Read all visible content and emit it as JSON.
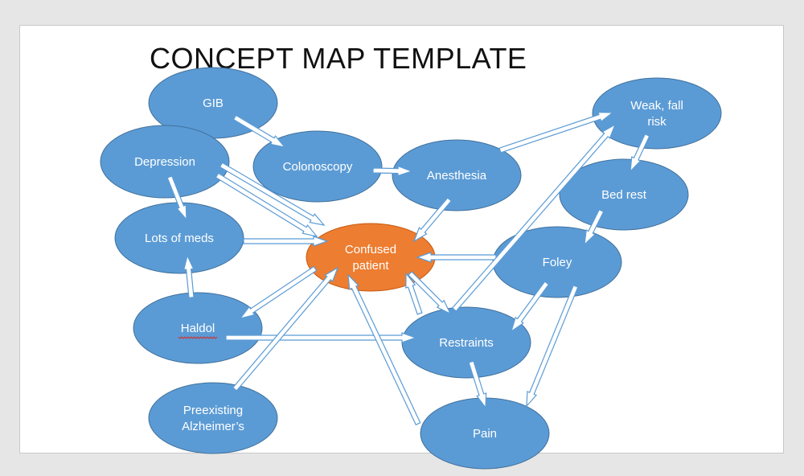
{
  "title": "CONCEPT MAP TEMPLATE",
  "colors": {
    "node": "#5b9bd5",
    "center": "#ed7d31",
    "node_border": "#41719c",
    "center_border": "#c55a11"
  },
  "nodes": {
    "gib": {
      "label": [
        "GIB"
      ]
    },
    "depression": {
      "label": [
        "Depression"
      ]
    },
    "colonoscopy": {
      "label": [
        "Colonoscopy"
      ]
    },
    "anesthesia": {
      "label": [
        "Anesthesia"
      ]
    },
    "weak": {
      "label": [
        "Weak, fall",
        "risk"
      ]
    },
    "bedrest": {
      "label": [
        "Bed rest"
      ]
    },
    "meds": {
      "label": [
        "Lots of meds"
      ]
    },
    "confused": {
      "label": [
        "Confused",
        "patient"
      ]
    },
    "foley": {
      "label": [
        "Foley"
      ]
    },
    "haldol": {
      "label": [
        "Haldol"
      ]
    },
    "restraints": {
      "label": [
        "Restraints"
      ]
    },
    "alz": {
      "label": [
        "Preexisting",
        "Alzheimer’s"
      ]
    },
    "pain": {
      "label": [
        "Pain"
      ]
    }
  }
}
